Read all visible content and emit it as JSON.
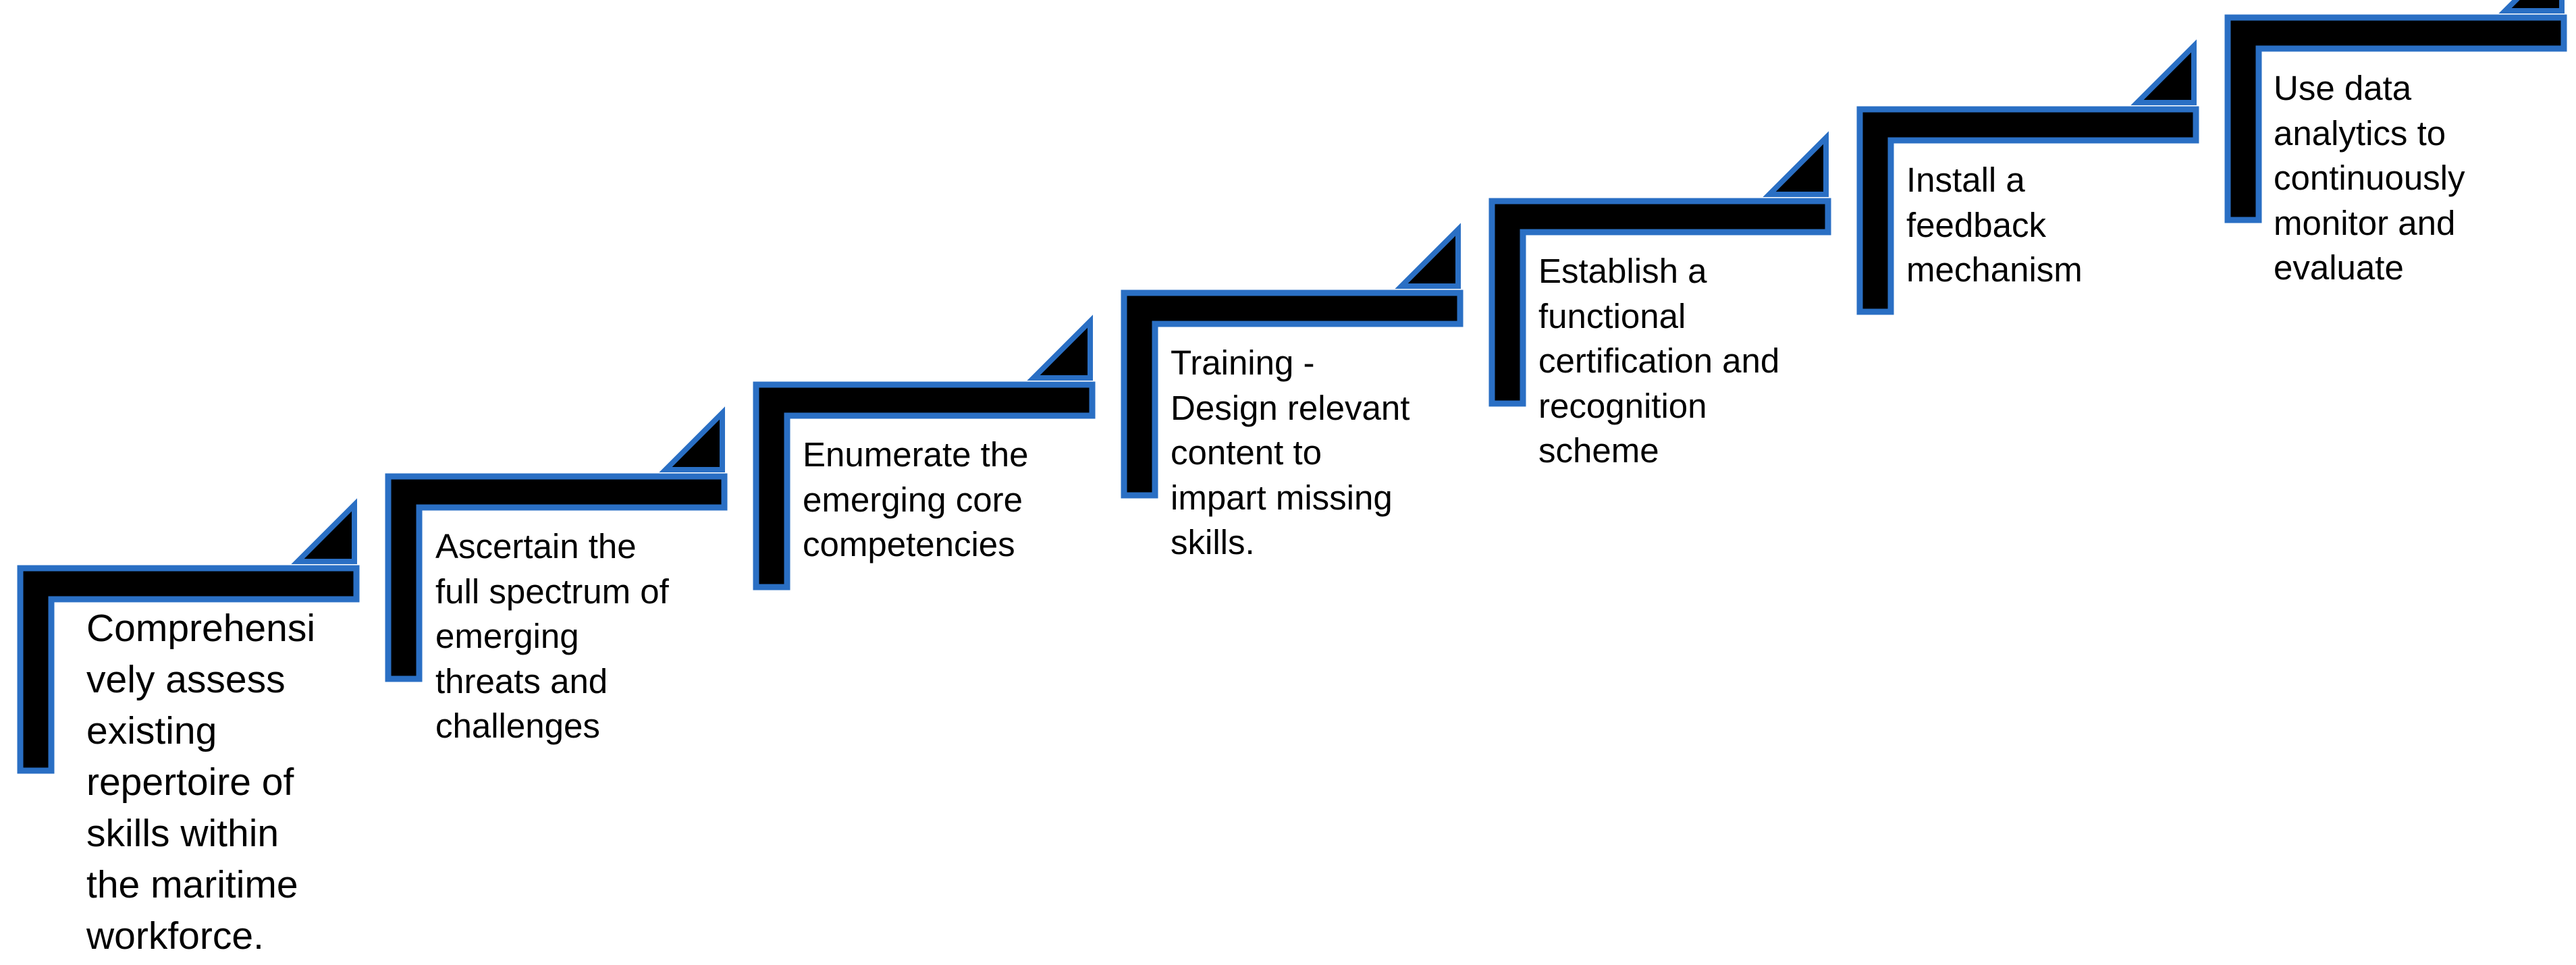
{
  "colors": {
    "border": "#2a6fc4",
    "fill": "#000000",
    "text": "#000000",
    "background": "#ffffff"
  },
  "steps": [
    {
      "id": 1,
      "text": "Comprehensi\nvely assess\nexisting\nrepertoire of\nskills within\nthe maritime\nworkforce."
    },
    {
      "id": 2,
      "text": "Ascertain the\nfull spectrum of\nemerging\nthreats and\nchallenges"
    },
    {
      "id": 3,
      "text": "Enumerate the\nemerging  core\ncompetencies"
    },
    {
      "id": 4,
      "text": "Training -\nDesign relevant\ncontent to\nimpart  missing\nskills."
    },
    {
      "id": 5,
      "text": "Establish a\nfunctional\ncertification and\nrecognition\nscheme"
    },
    {
      "id": 6,
      "text": "Install a\nfeedback\nmechanism"
    },
    {
      "id": 7,
      "text": "Use data\nanalytics to\ncontinuously\nmonitor and\nevaluate"
    }
  ]
}
